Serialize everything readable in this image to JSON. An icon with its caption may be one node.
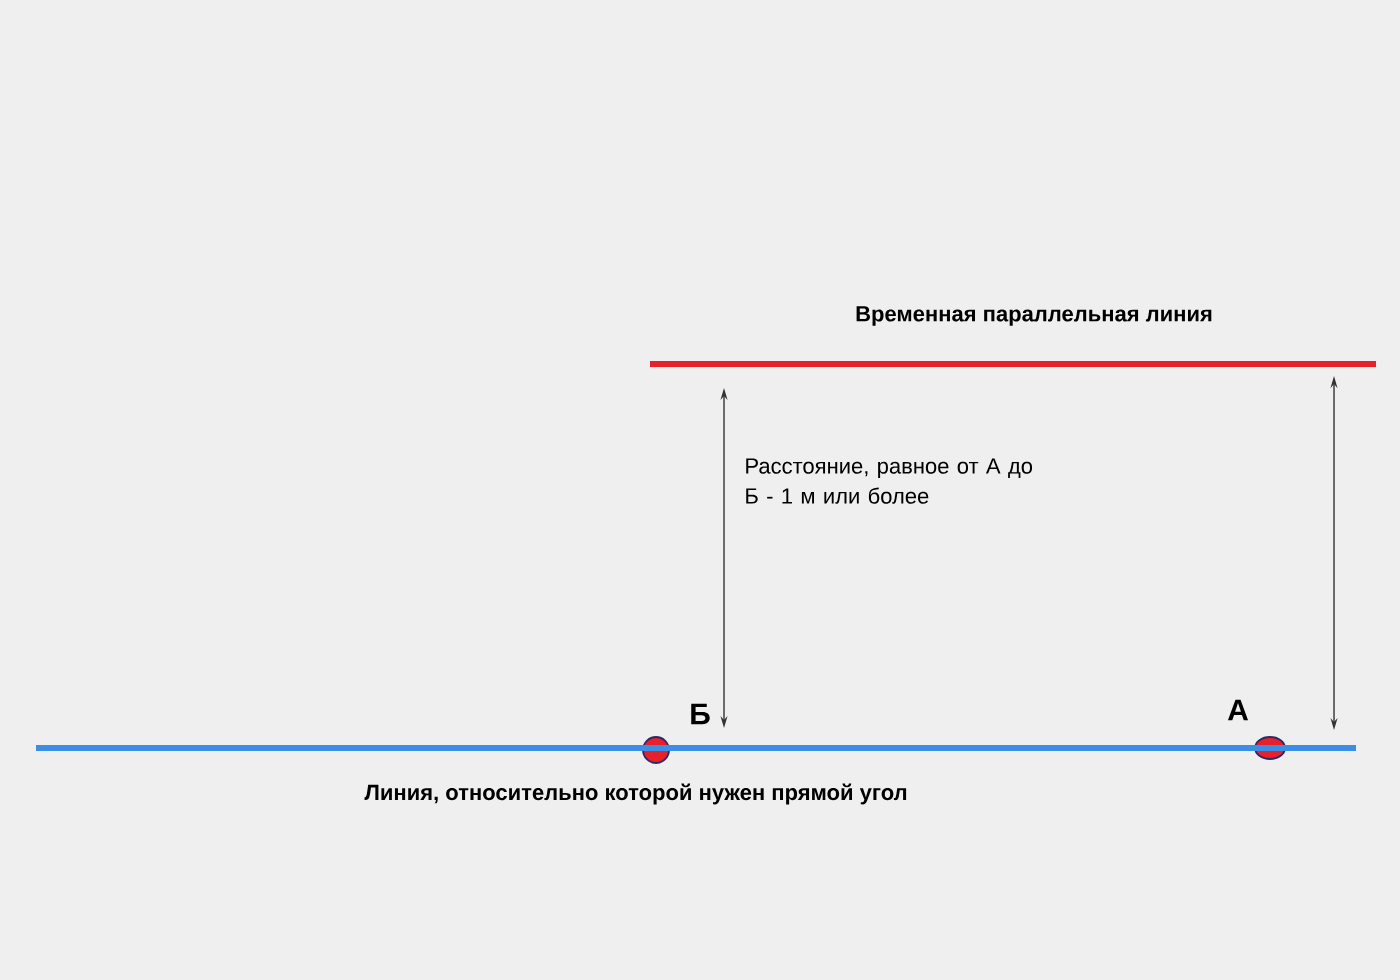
{
  "diagram": {
    "nodes": [
      {
        "text": [
          "Временная параллельная линия"
        ]
      },
      {
        "text": [
          "Б"
        ]
      },
      {
        "text": [
          "А"
        ]
      },
      {
        "text": [
          "Линия, относительно которой нужен прямой угол"
        ]
      }
    ],
    "labels": [
      "Расстояние, равное от А до Б - 1 м или более"
    ]
  }
}
